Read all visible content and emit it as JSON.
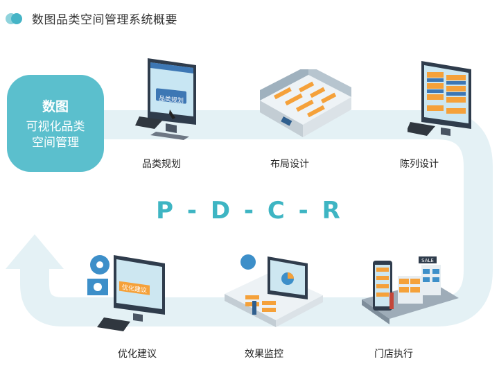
{
  "header": {
    "title": "数图品类空间管理系统概要"
  },
  "badge": {
    "title": "数图",
    "line1": "可视化品类",
    "line2": "空间管理"
  },
  "center_text": "P - D - C - R",
  "steps": {
    "plan": {
      "label": "品类规划",
      "screen_text": "品类规划"
    },
    "layout": {
      "label": "布局设计"
    },
    "display": {
      "label": "陈列设计"
    },
    "execute": {
      "label": "门店执行",
      "sign_text": "SALE"
    },
    "monitor": {
      "label": "效果监控"
    },
    "optimize": {
      "label": "优化建议",
      "screen_text": "优化建议"
    }
  },
  "colors": {
    "accent": "#45b4c6",
    "loop": "#e4f1f5",
    "badge": "#5bbfcd"
  }
}
